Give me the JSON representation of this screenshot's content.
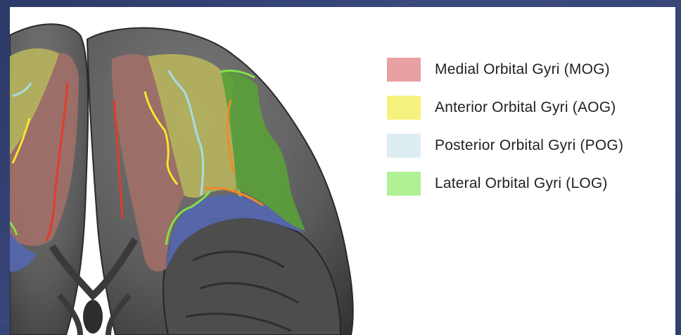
{
  "legend": {
    "items": [
      {
        "label": "Medial Orbital Gyri (MOG)",
        "color": "#e8a0a3"
      },
      {
        "label": "Anterior Orbital Gyri (AOG)",
        "color": "#f6f27e"
      },
      {
        "label": "Posterior Orbital Gyri (POG)",
        "color": "#ddeef3"
      },
      {
        "label": "Lateral Orbital Gyri (LOG)",
        "color": "#b1f095"
      }
    ]
  },
  "region_colors": {
    "mog": "#a06f68",
    "aog": "#b7b45d",
    "pog": "#5466ad",
    "log": "#5a9f3a",
    "brain": "#5b5b5b"
  },
  "line_colors": {
    "red": "#e23b2a",
    "yellow": "#f4e82c",
    "blue": "#a8dbe6",
    "orange": "#f08a2a",
    "green": "#7fe14a"
  }
}
